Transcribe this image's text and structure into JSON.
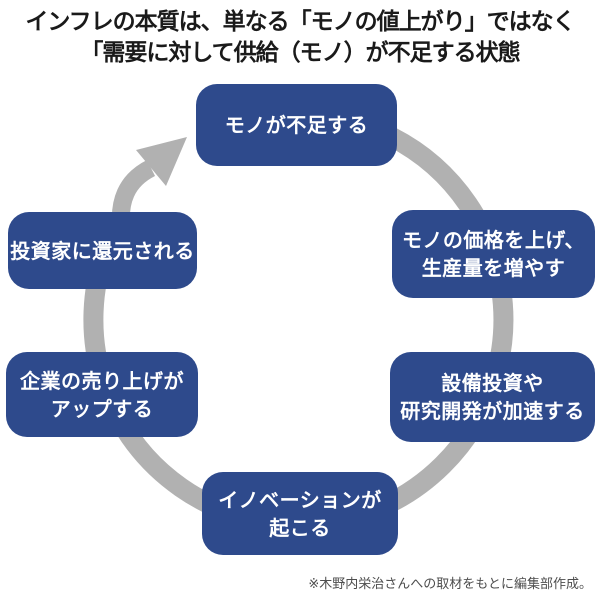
{
  "title": {
    "line1": "インフレの本質は、単なる「モノの値上がり」ではなく",
    "line2": "「需要に対して供給（モノ）が不足する状態"
  },
  "cycle": {
    "direction": "clockwise",
    "colors": {
      "box": "#2e4a8c",
      "box_text": "#ffffff",
      "ring": "#b1b1b1"
    },
    "steps": [
      {
        "id": "goods-shortage",
        "position": "top",
        "lines": [
          "モノが不足する"
        ]
      },
      {
        "id": "raise-prices",
        "position": "upper-right",
        "lines": [
          "モノの価格を上げ、",
          "生産量を増やす"
        ]
      },
      {
        "id": "capex-rnd",
        "position": "lower-right",
        "lines": [
          "設備投資や",
          "研究開発が加速する"
        ]
      },
      {
        "id": "innovation",
        "position": "bottom",
        "lines": [
          "イノベーションが",
          "起こる"
        ]
      },
      {
        "id": "sales-up",
        "position": "lower-left",
        "lines": [
          "企業の売り上げが",
          "アップする"
        ]
      },
      {
        "id": "investor-returns",
        "position": "upper-left",
        "lines": [
          "投資家に還元される"
        ]
      }
    ]
  },
  "footnote": "※木野内栄治さんへの取材をもとに編集部作成。"
}
